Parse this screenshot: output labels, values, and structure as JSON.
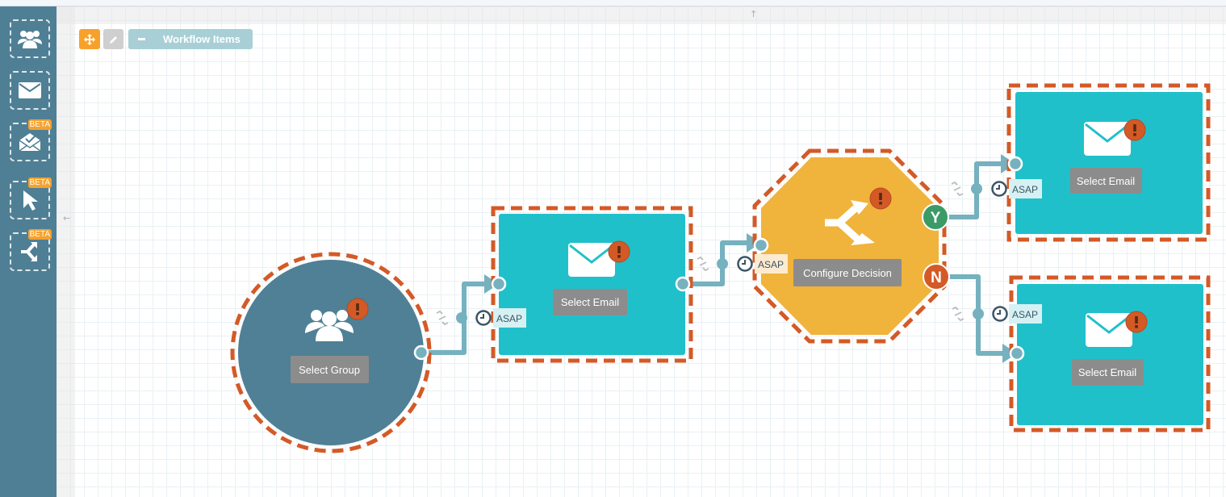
{
  "toolbar": {
    "workflow_items_label": "Workflow Items",
    "move_icon": "move-icon",
    "edit_icon": "pencil-icon",
    "collapse_icon": "minus-icon"
  },
  "sidebar": {
    "items": [
      {
        "name": "group",
        "icon": "users-icon",
        "badge": null
      },
      {
        "name": "email",
        "icon": "envelope-icon",
        "badge": null
      },
      {
        "name": "email-open",
        "icon": "envelope-open-check-icon",
        "badge": "BETA"
      },
      {
        "name": "click",
        "icon": "cursor-icon",
        "badge": "BETA"
      },
      {
        "name": "decision",
        "icon": "split-icon",
        "badge": "BETA"
      }
    ]
  },
  "nodes": {
    "group": {
      "label": "Select Group"
    },
    "email1": {
      "label": "Select Email"
    },
    "decision": {
      "label": "Configure Decision",
      "yes": "Y",
      "no": "N"
    },
    "email_yes": {
      "label": "Select Email"
    },
    "email_no": {
      "label": "Select Email"
    }
  },
  "connectors": [
    {
      "delay": "ASAP"
    },
    {
      "delay": "ASAP"
    },
    {
      "delay": "ASAP"
    },
    {
      "delay": "ASAP"
    }
  ],
  "colors": {
    "sidebar": "#4f7f94",
    "email_node": "#20c0ca",
    "group_node": "#4f8096",
    "decision_node": "#f0b33c",
    "warning": "#d35a27",
    "yes": "#3a9b67",
    "no": "#d35a27",
    "connector": "#76b1bf"
  }
}
